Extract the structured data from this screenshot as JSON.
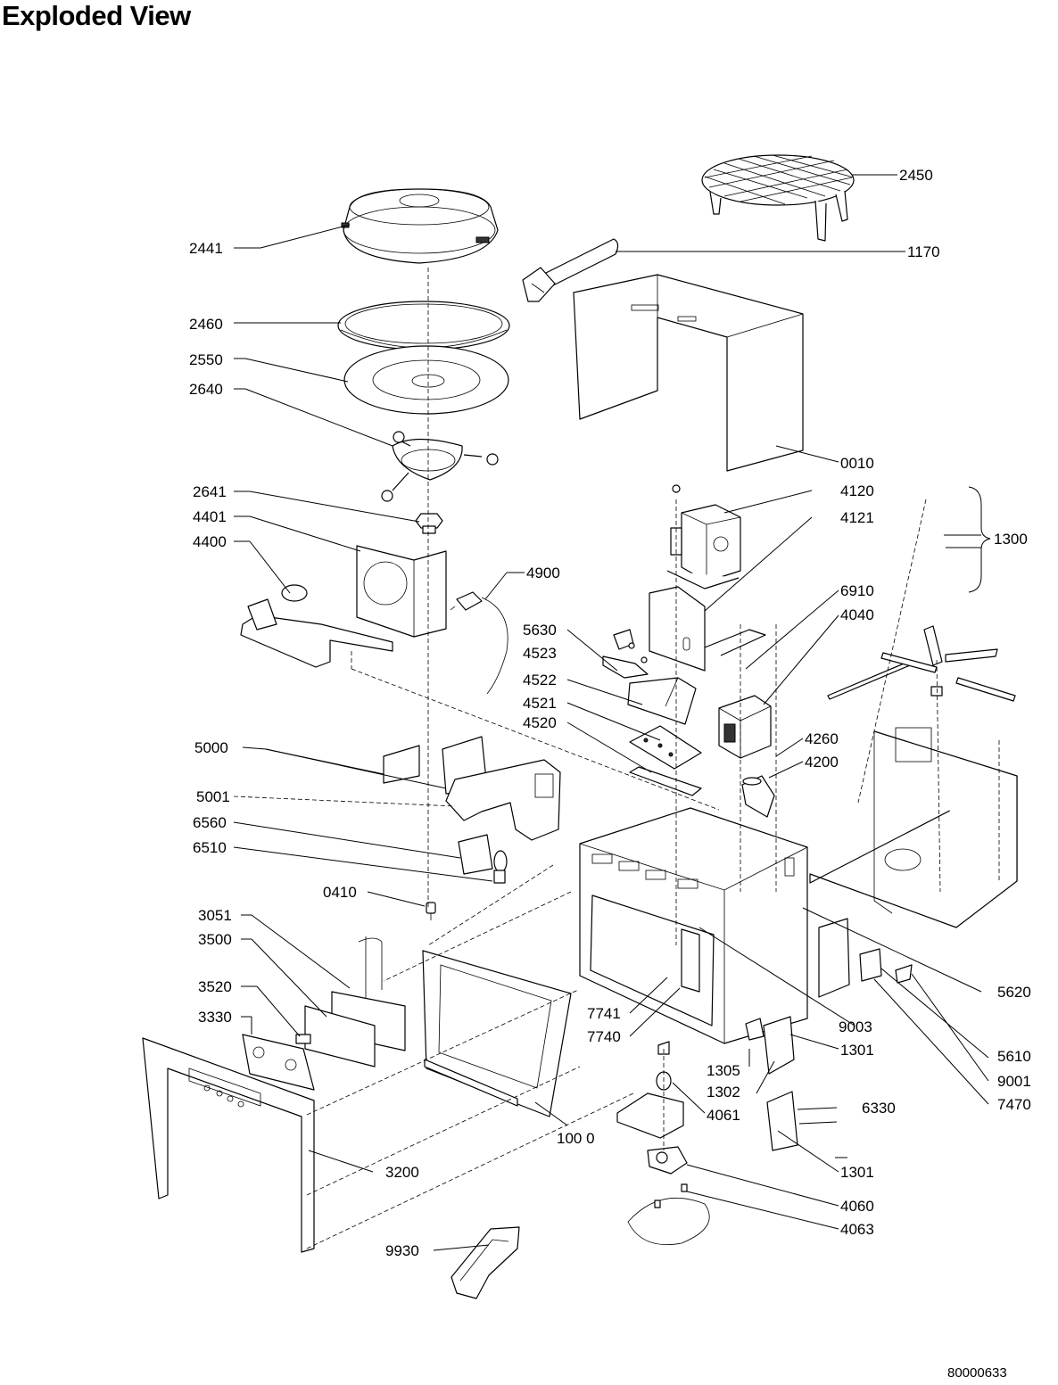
{
  "title": "Exploded View",
  "document_number": "80000633",
  "callouts": [
    "2450",
    "1170",
    "2441",
    "2460",
    "2550",
    "2640",
    "0010",
    "4120",
    "4121",
    "2641",
    "4401",
    "4400",
    "4900",
    "1300",
    "6910",
    "4040",
    "5630",
    "4523",
    "4522",
    "4521",
    "4520",
    "5000",
    "4260",
    "4200",
    "5001",
    "6560",
    "6510",
    "0410",
    "3051",
    "3500",
    "3520",
    "3330",
    "7741",
    "7740",
    "9003",
    "5620",
    "1301",
    "1305",
    "1302",
    "5610",
    "9001",
    "7470",
    "4061",
    "6330",
    "100 0",
    "3200",
    "1301",
    "4060",
    "4063",
    "9930"
  ]
}
